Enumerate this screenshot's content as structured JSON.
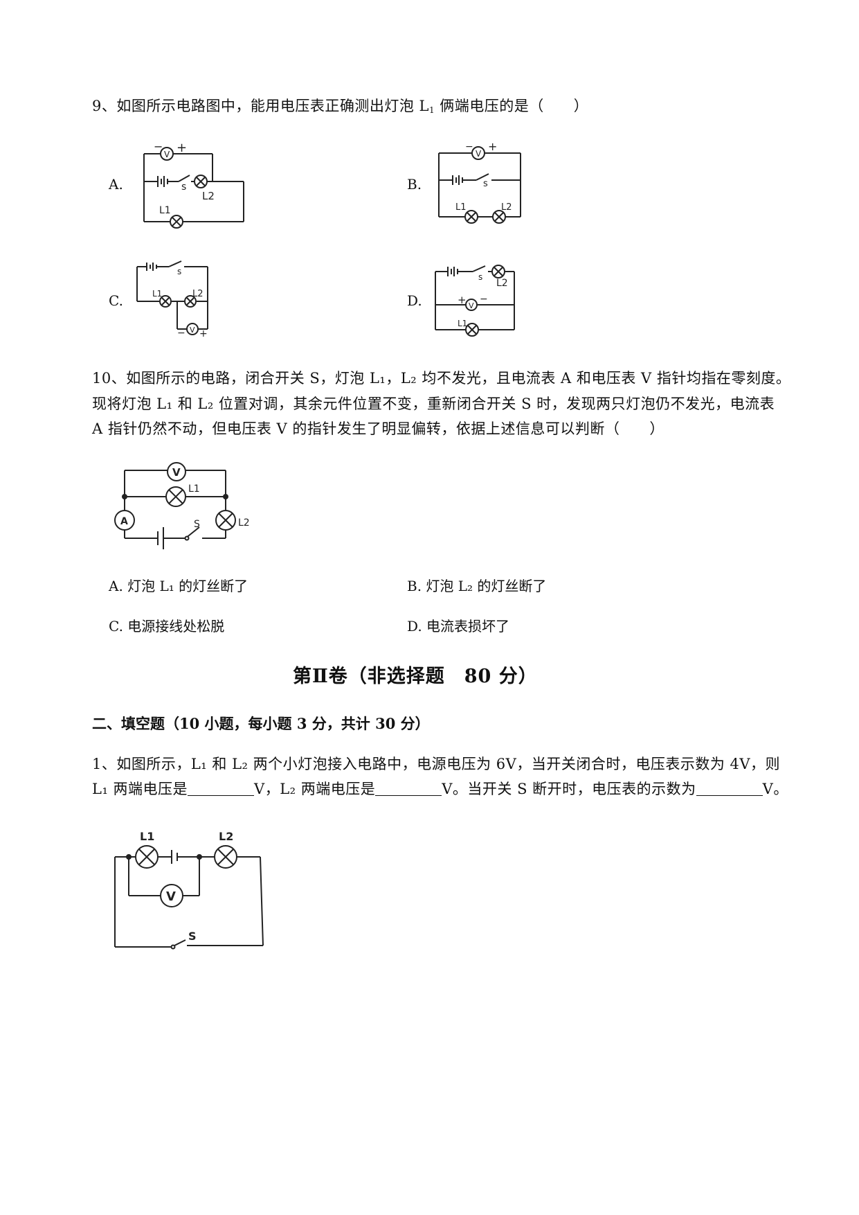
{
  "q9": {
    "stem_before": "9、如图所示电路图中，能用电压表正确测出灯泡 L",
    "stem_sub": "1",
    "stem_after": " 俩端电压的是（　　）",
    "options": {
      "a": "A.",
      "b": "B.",
      "c": "C.",
      "d": "D."
    }
  },
  "q10": {
    "line1": "10、如图所示的电路，闭合开关 S，灯泡 L₁，L₂ 均不发光，且电流表 A 和电压表 V 指针均指在零刻度。",
    "line2": "现将灯泡 L₁ 和 L₂ 位置对调，其余元件位置不变，重新闭合开关 S 时，发现两只灯泡仍不发光，电流表",
    "line3": "A 指针仍然不动，但电压表 V 的指针发生了明显偏转，依据上述信息可以判断（　　）",
    "options": {
      "a": "A. 灯泡 L₁ 的灯丝断了",
      "b": "B. 灯泡 L₂ 的灯丝断了",
      "c": "C. 电源接线处松脱",
      "d": "D. 电流表损坏了"
    }
  },
  "section": {
    "title": "第Ⅱ卷（非选择题　80 分）",
    "subtitle": "二、填空题（10 小题，每小题 3 分，共计 30 分）"
  },
  "fill1": {
    "line1": "1、如图所示，L₁ 和 L₂ 两个小灯泡接入电路中，电源电压为 6V，当开关闭合时，电压表示数为 4V，则",
    "p1": "L₁ 两端电压是",
    "u1": "V，L₂ 两端电压是",
    "u2": "V。当开关 S 断开时，电压表的示数为",
    "u3": "V。"
  },
  "diagram_labels": {
    "voltmeter": "V",
    "ammeter": "A",
    "switch": "s",
    "switch_upper": "S",
    "lamp1": "L1",
    "lamp2": "L2",
    "plus": "+",
    "minus": "−"
  }
}
